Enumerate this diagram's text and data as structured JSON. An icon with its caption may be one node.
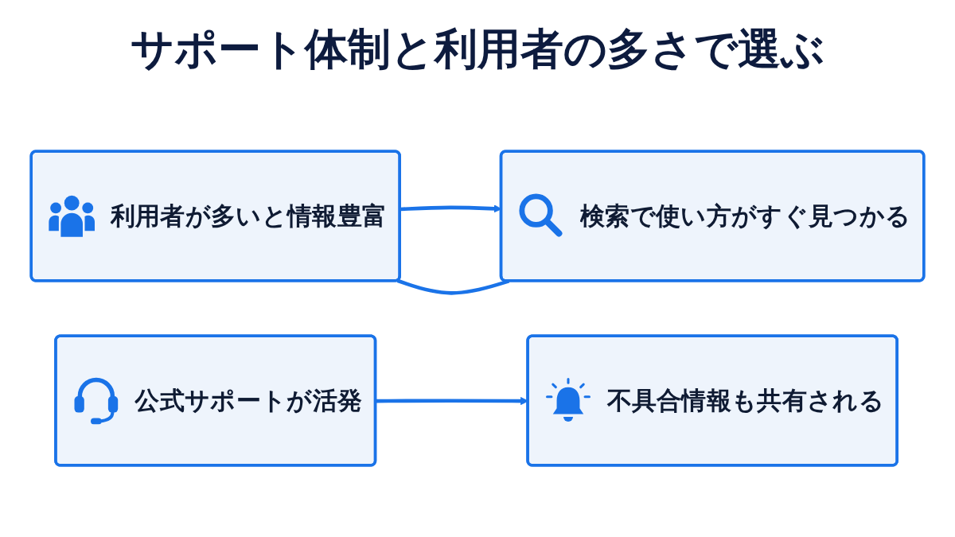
{
  "diagram": {
    "title": "サポート体制と利用者の多さで選ぶ",
    "nodes": [
      {
        "text": [
          "利用者が多いと情報豊富"
        ]
      },
      {
        "text": [
          "検索で使い方がすぐ見つかる"
        ]
      },
      {
        "text": [
          "公式サポートが活発"
        ]
      },
      {
        "text": [
          "不具合情報も共有される"
        ]
      }
    ],
    "edges": [
      {
        "from": 0,
        "to": 1,
        "arrow": "to"
      },
      {
        "from": 0,
        "to": 1,
        "arrow": "none"
      },
      {
        "from": 2,
        "to": 3,
        "arrow": "to"
      }
    ]
  }
}
